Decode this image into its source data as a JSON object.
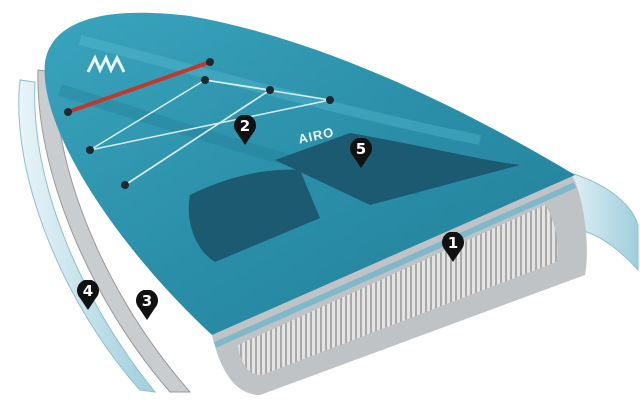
{
  "brand_text": "AIRO",
  "colors": {
    "deck": "#2d93ad",
    "deck_dark": "#1f6e85",
    "pad": "#1b5a70",
    "core": "#d9d9d9",
    "rail": "#b9dbe6",
    "pin": "#111111"
  },
  "markers": [
    {
      "label": "1"
    },
    {
      "label": "2"
    },
    {
      "label": "3"
    },
    {
      "label": "4"
    },
    {
      "label": "5"
    }
  ]
}
